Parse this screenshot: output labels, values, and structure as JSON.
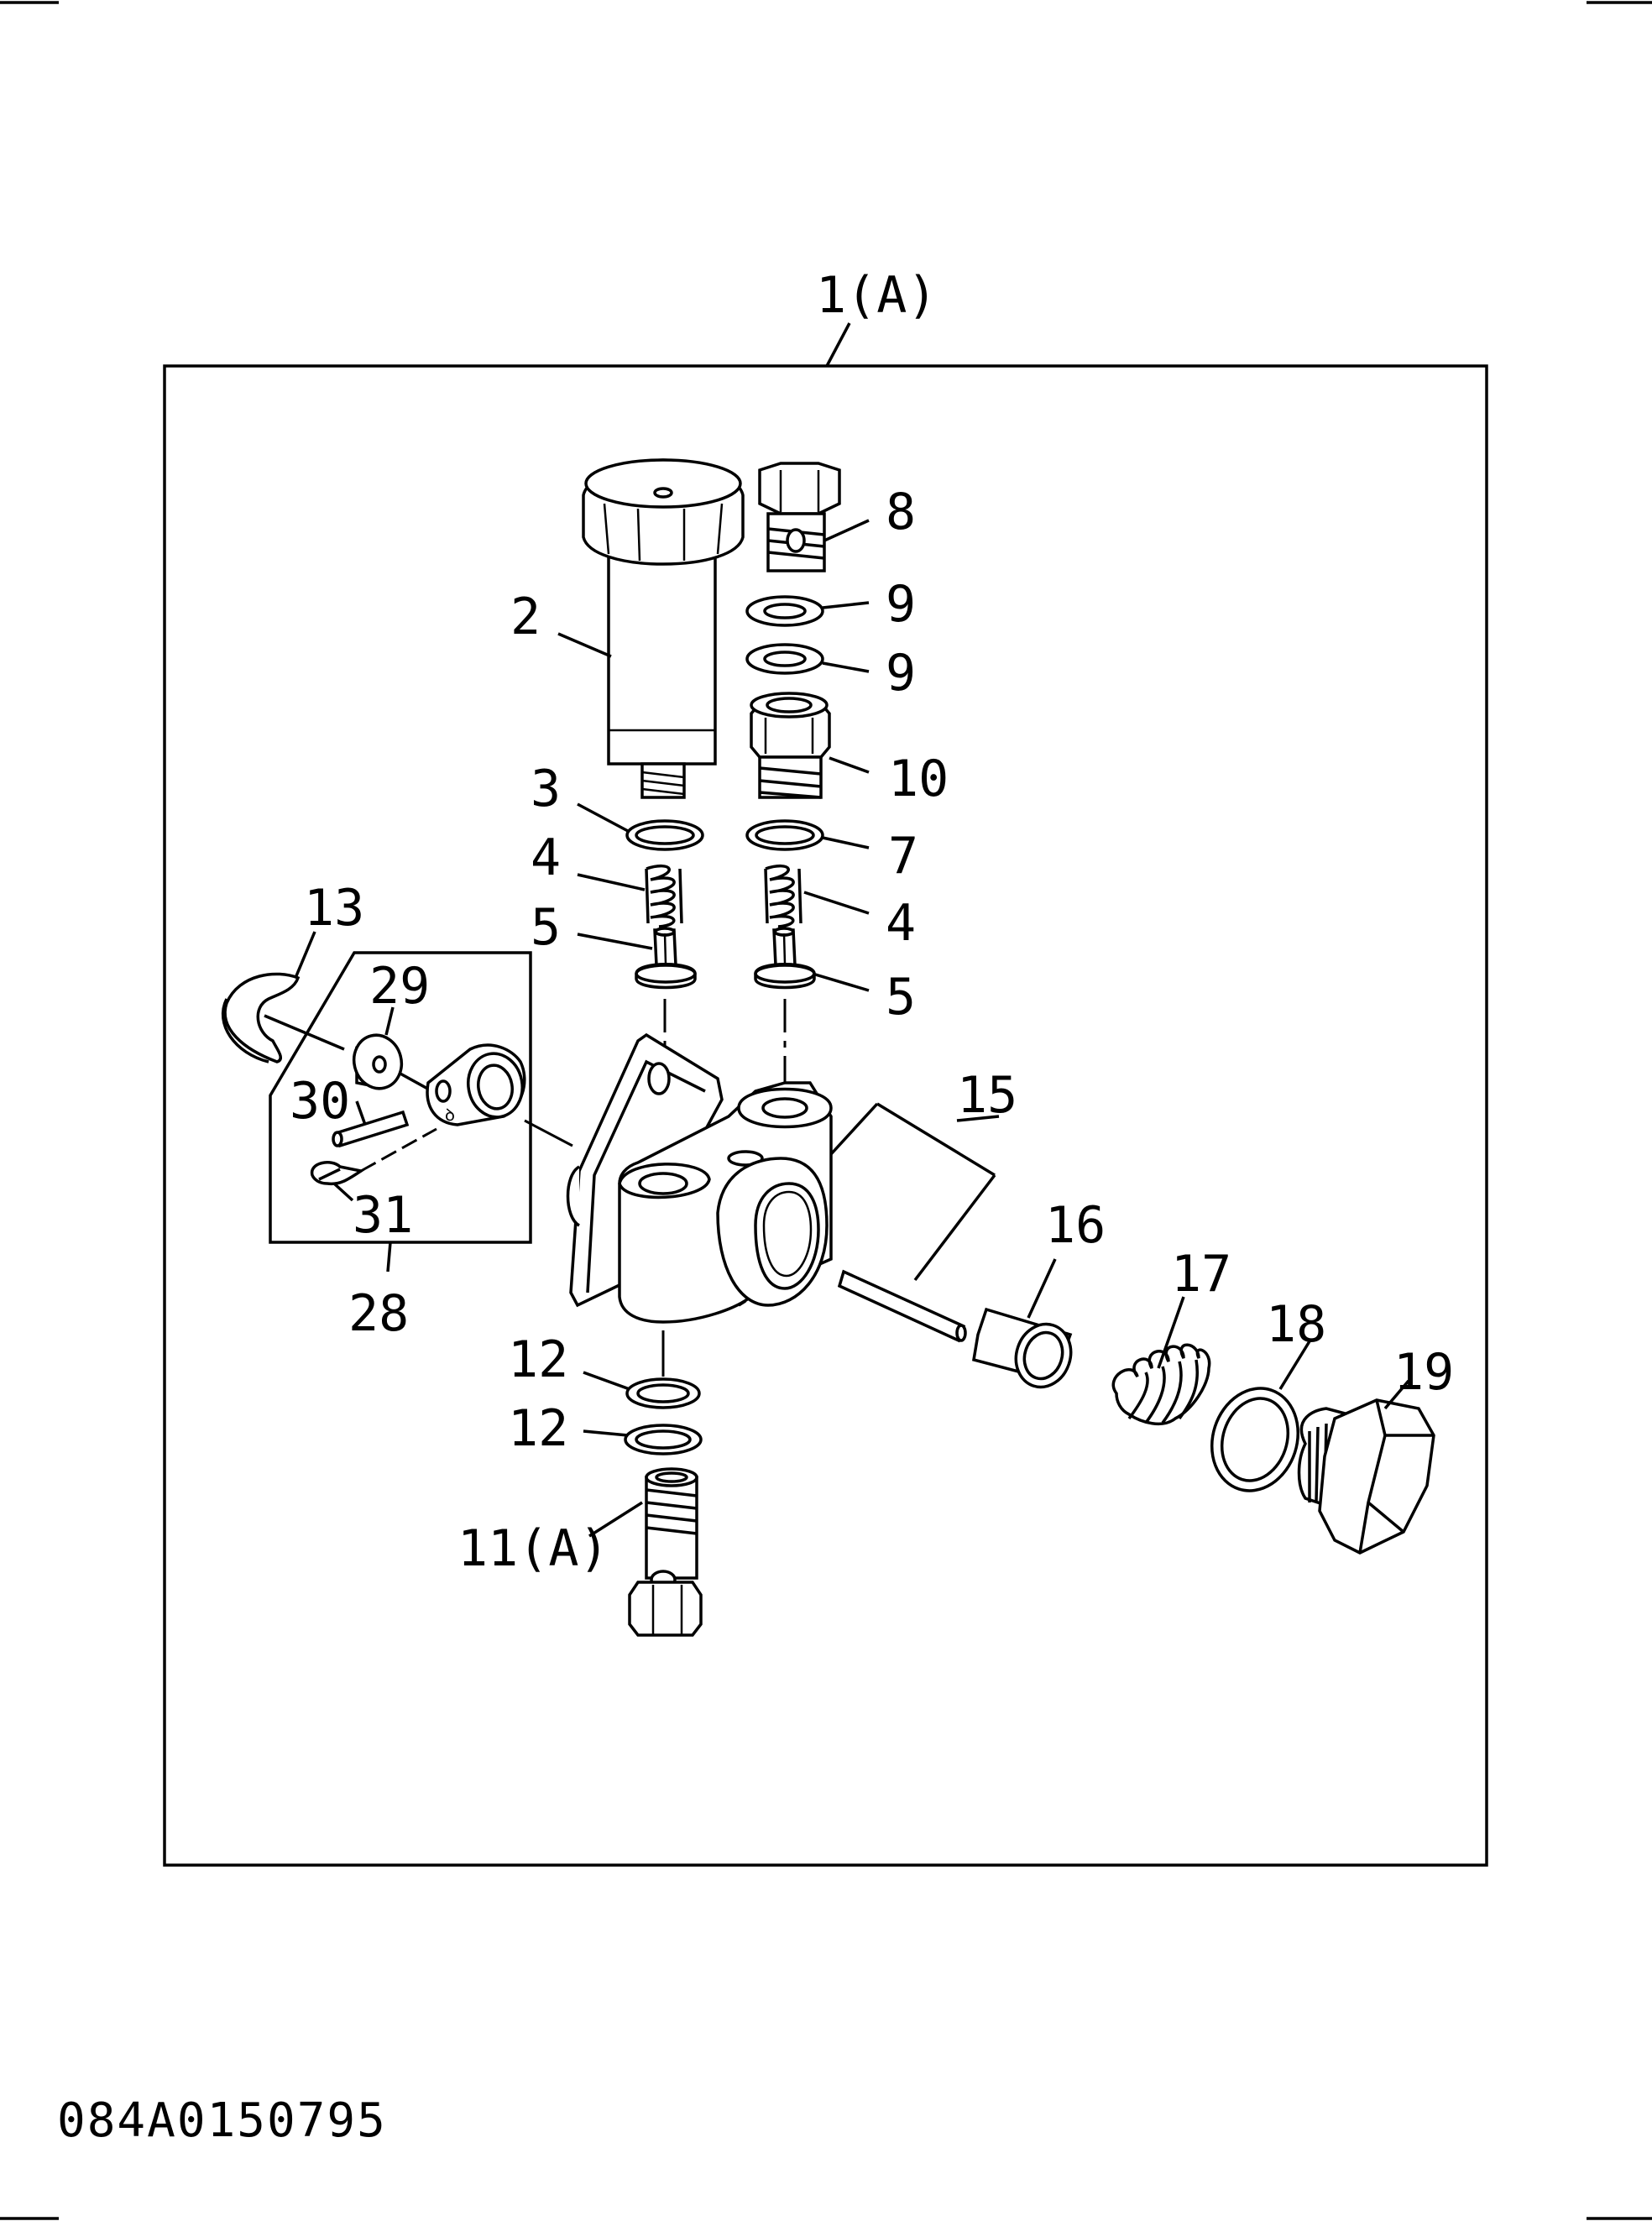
{
  "diagram": {
    "assembly_label": "1(A)",
    "drawing_code": "084A0150795",
    "callouts": [
      {
        "id": "label-1a",
        "text": "1(A)"
      },
      {
        "id": "label-2",
        "text": "2"
      },
      {
        "id": "label-3",
        "text": "3"
      },
      {
        "id": "label-4-left",
        "text": "4"
      },
      {
        "id": "label-5-left",
        "text": "5"
      },
      {
        "id": "label-8",
        "text": "8"
      },
      {
        "id": "label-9-top",
        "text": "9"
      },
      {
        "id": "label-9-bottom",
        "text": "9"
      },
      {
        "id": "label-10",
        "text": "10"
      },
      {
        "id": "label-7",
        "text": "7"
      },
      {
        "id": "label-4-right",
        "text": "4"
      },
      {
        "id": "label-5-right",
        "text": "5"
      },
      {
        "id": "label-13",
        "text": "13"
      },
      {
        "id": "label-29",
        "text": "29"
      },
      {
        "id": "label-30",
        "text": "30"
      },
      {
        "id": "label-31",
        "text": "31"
      },
      {
        "id": "label-28",
        "text": "28"
      },
      {
        "id": "label-15",
        "text": "15"
      },
      {
        "id": "label-16",
        "text": "16"
      },
      {
        "id": "label-17",
        "text": "17"
      },
      {
        "id": "label-18",
        "text": "18"
      },
      {
        "id": "label-19",
        "text": "19"
      },
      {
        "id": "label-12-top",
        "text": "12"
      },
      {
        "id": "label-12-bottom",
        "text": "12"
      },
      {
        "id": "label-11a",
        "text": "11(A)"
      }
    ]
  }
}
